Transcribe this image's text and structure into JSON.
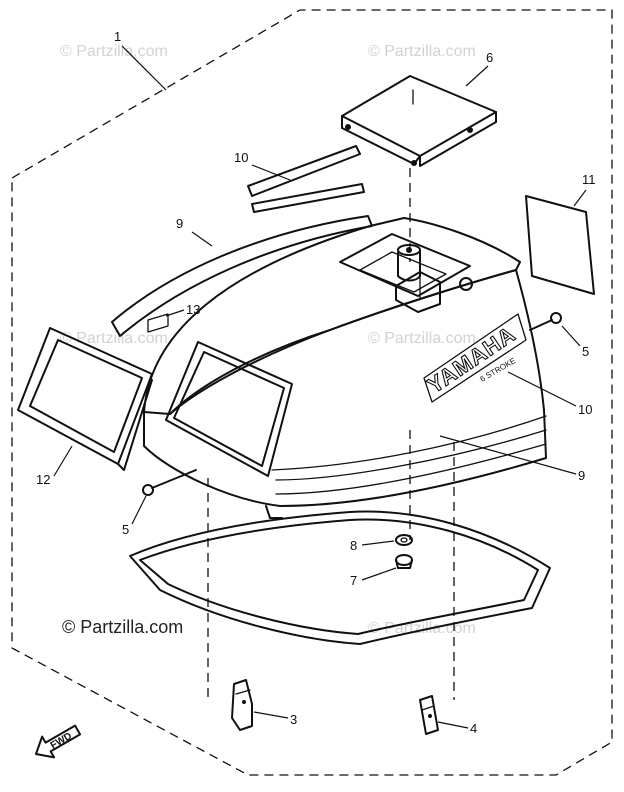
{
  "watermarks": {
    "faint": [
      "© Partzilla.com",
      "© Partzilla.com",
      "© Partzilla.com",
      "© Partzilla.com",
      "© Partzilla.com"
    ],
    "main": "© Partzilla.com"
  },
  "callouts": {
    "c1": "1",
    "c6": "6",
    "c10_top": "10",
    "c9_top": "9",
    "c11": "11",
    "c13": "13",
    "c5_right": "5",
    "c10_right": "10",
    "c9_right": "9",
    "c12": "12",
    "c5_left": "5",
    "c8": "8",
    "c7": "7",
    "c3": "3",
    "c4": "4"
  },
  "cowl_decal": {
    "brand": "YAMAHA",
    "sub": "6 STROKE"
  },
  "direction_arrow": {
    "label": "FWD"
  }
}
